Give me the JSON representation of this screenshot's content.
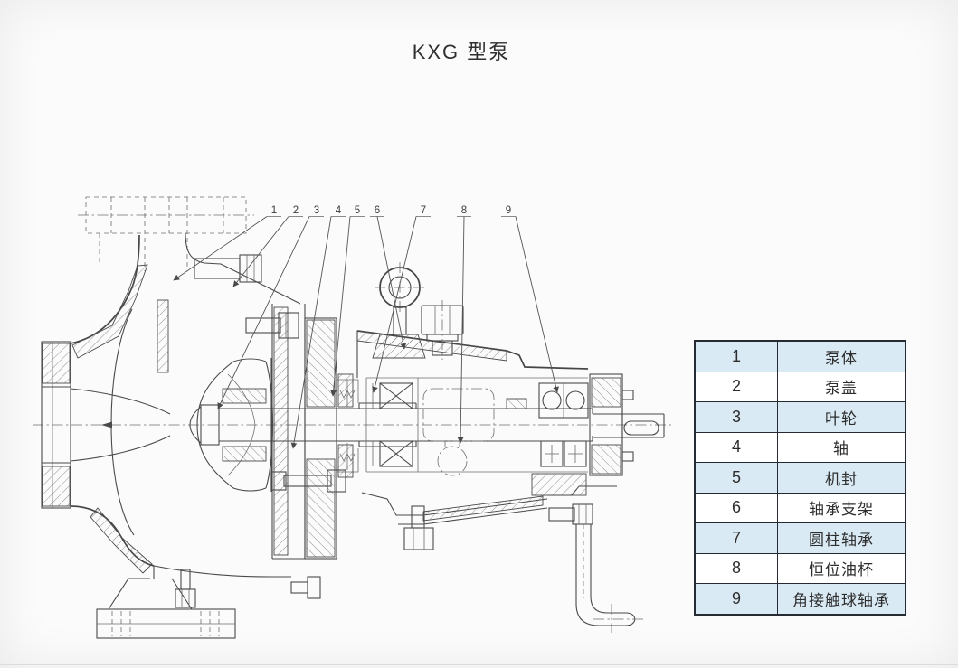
{
  "title": "KXG 型泵",
  "diagram": {
    "description": "KXG pump cross-section engineering drawing",
    "callouts": [
      "1",
      "2",
      "3",
      "4",
      "5",
      "6",
      "7",
      "8",
      "9"
    ]
  },
  "parts_table": {
    "rows": [
      {
        "num": "1",
        "name": "泵体"
      },
      {
        "num": "2",
        "name": "泵盖"
      },
      {
        "num": "3",
        "name": "叶轮"
      },
      {
        "num": "4",
        "name": "轴"
      },
      {
        "num": "5",
        "name": "机封"
      },
      {
        "num": "6",
        "name": "轴承支架"
      },
      {
        "num": "7",
        "name": "圆柱轴承"
      },
      {
        "num": "8",
        "name": "恒位油杯"
      },
      {
        "num": "9",
        "name": "角接触球轴承"
      }
    ]
  },
  "colors": {
    "table_row_alt": "#d9eaf5",
    "table_border": "#262a33",
    "drawing_line": "#4a4a4a",
    "paper": "#fbfbfb"
  }
}
